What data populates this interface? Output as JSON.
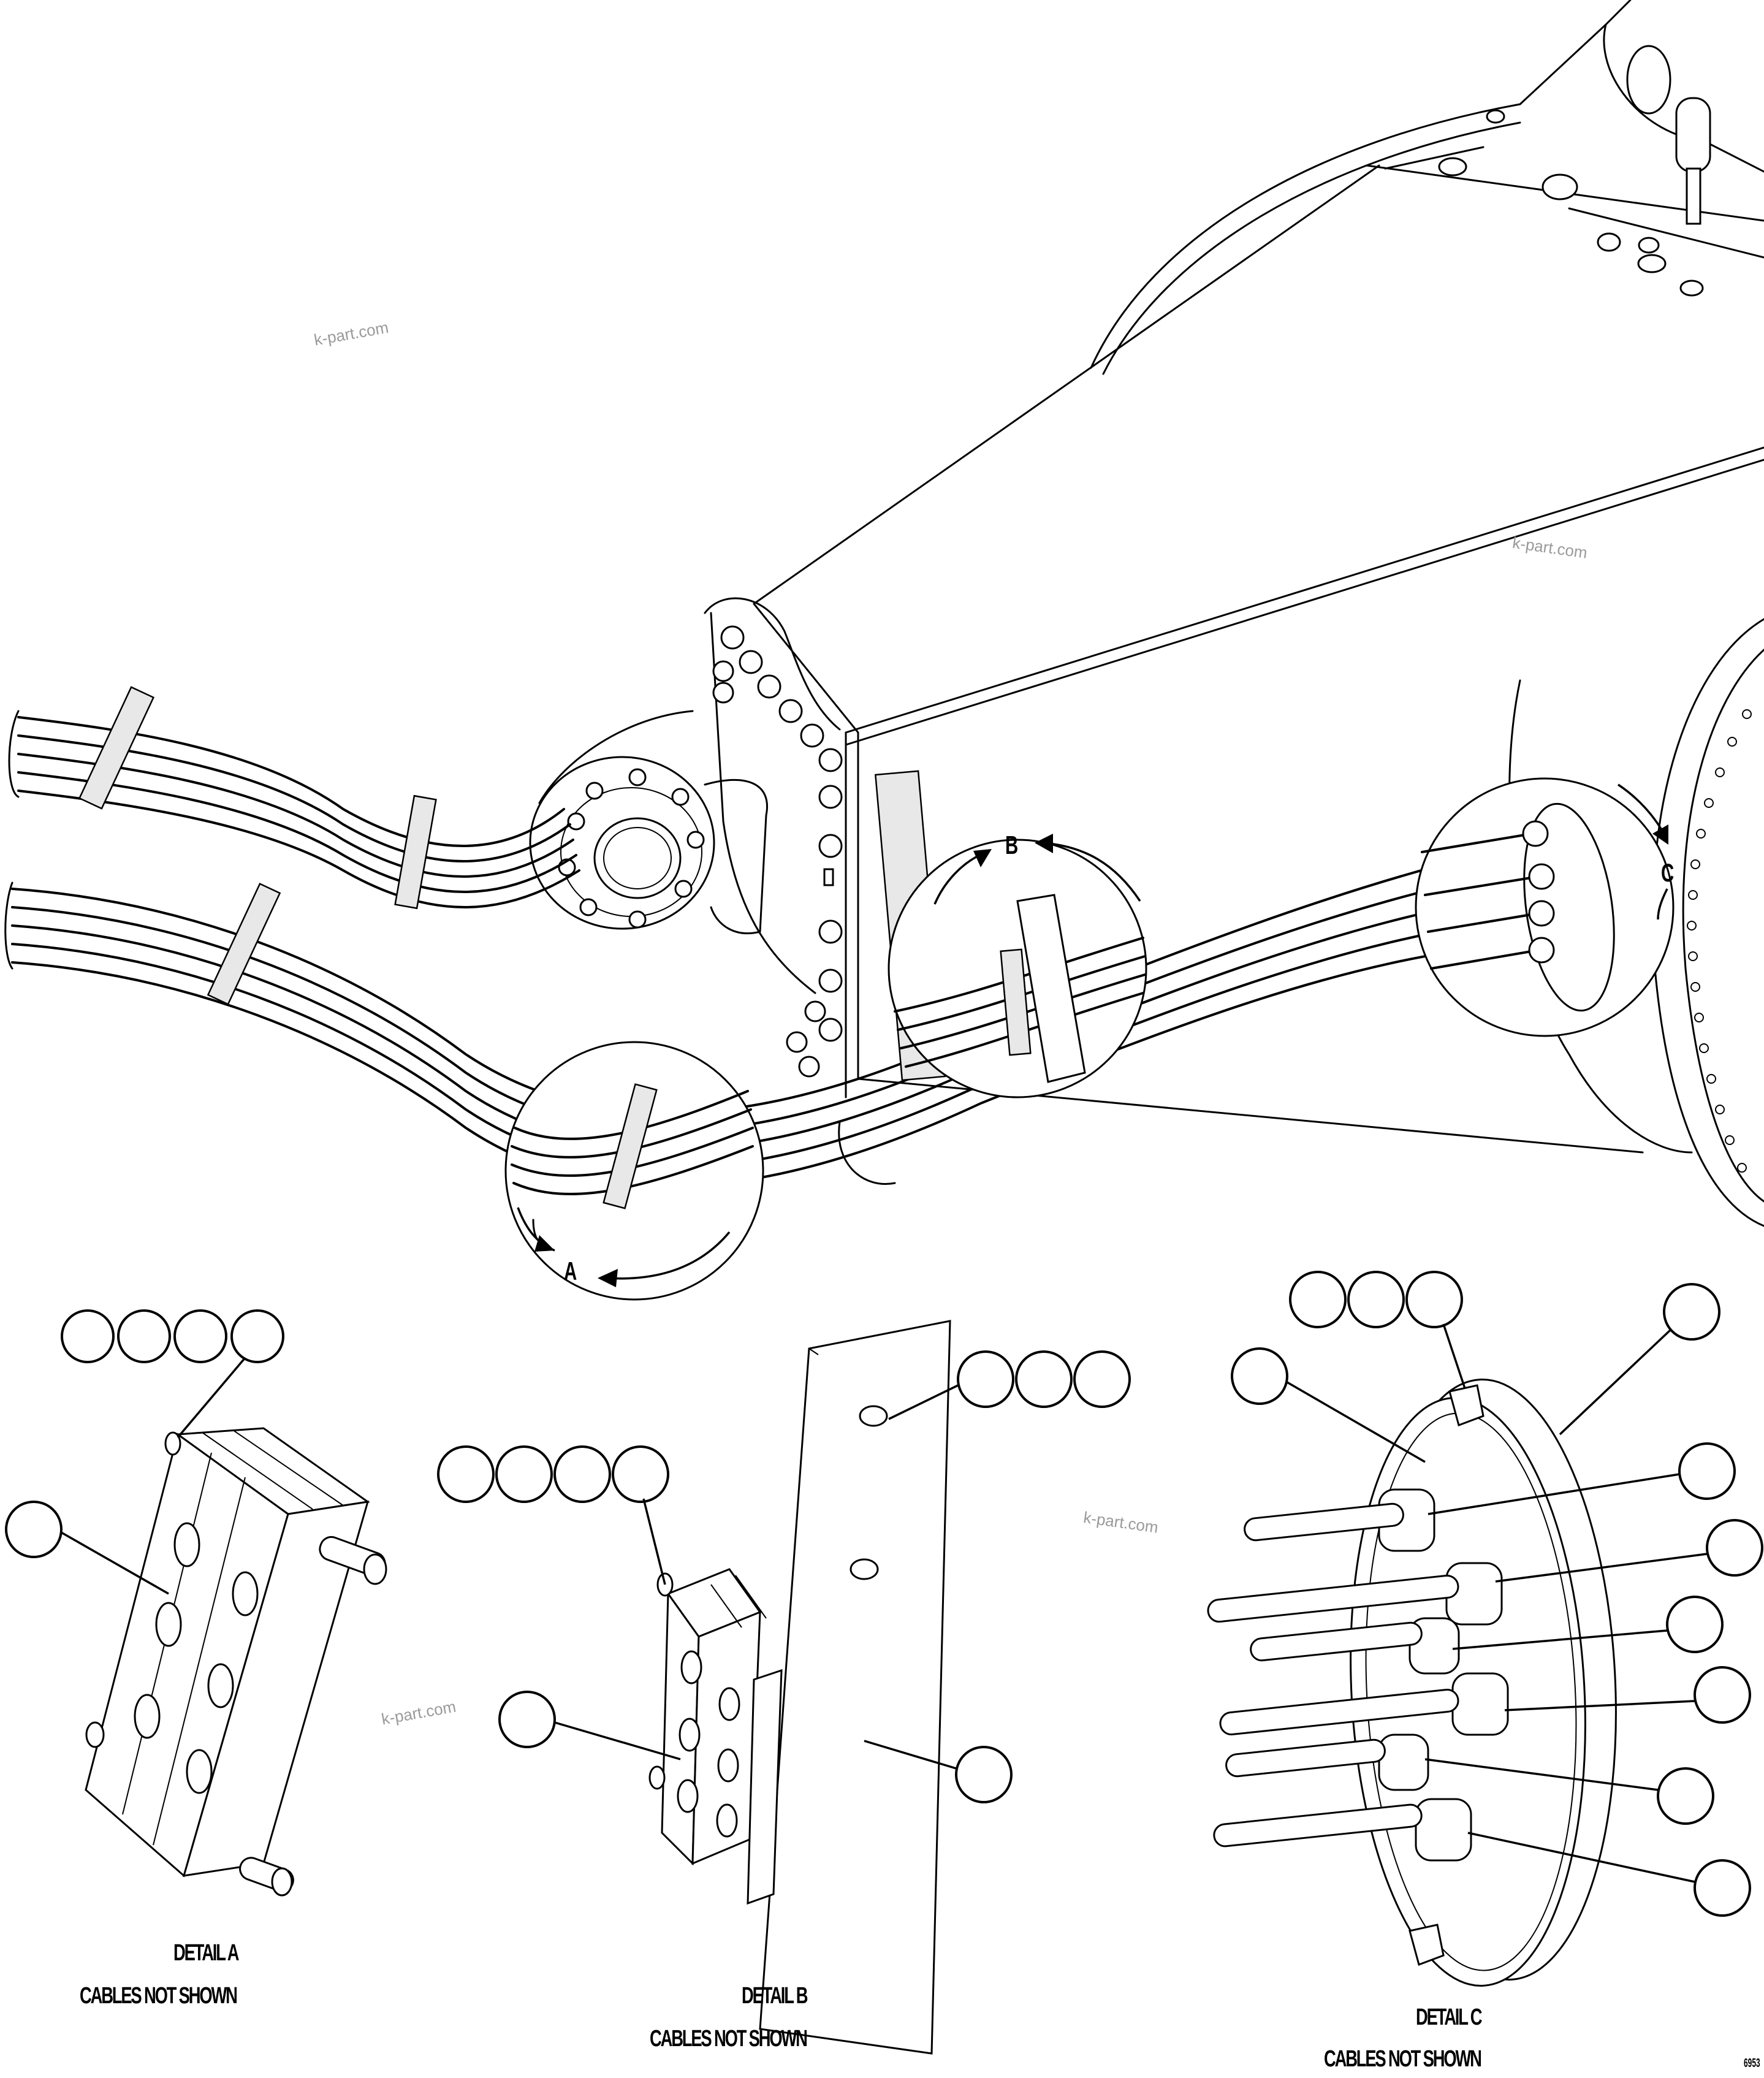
{
  "callouts": {
    "a": "A",
    "b": "B",
    "c": "C"
  },
  "details": [
    {
      "title": "DETAIL A",
      "note": "CABLES NOT SHOWN"
    },
    {
      "title": "DETAIL B",
      "note": "CABLES NOT SHOWN"
    },
    {
      "title": "DETAIL C",
      "note": "CABLES NOT SHOWN"
    }
  ],
  "watermark": "k-part.com",
  "drawing_ref": "6953"
}
